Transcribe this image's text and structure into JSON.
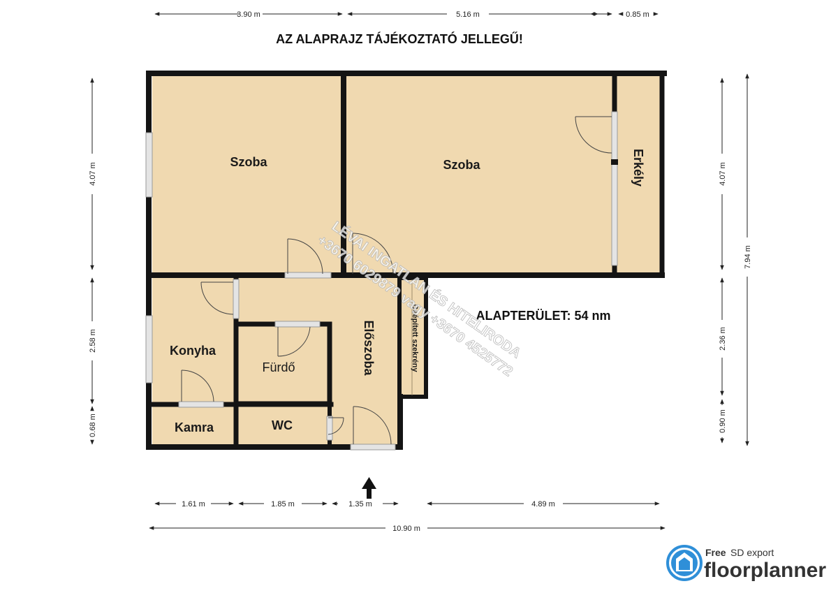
{
  "notice": "AZ ALAPRAJZ TÁJÉKOZTATÓ JELLEGŰ!",
  "area_label": "ALAPTERÜLET: 54 nm",
  "rooms": {
    "szoba_left": "Szoba",
    "szoba_right": "Szoba",
    "erkely": "Erkély",
    "konyha": "Konyha",
    "furdo": "Fürdő",
    "eloszoba": "Előszoba",
    "kamra": "Kamra",
    "wc": "WC",
    "szekreny": "Beépített szekrény"
  },
  "dimensions": {
    "top": [
      "3.90 m",
      "5.16 m",
      "0.85 m"
    ],
    "bottom": [
      "1.61 m",
      "1.85 m",
      "1.35 m",
      "4.89 m"
    ],
    "bottom_total": "10.90 m",
    "left": [
      "4.07 m",
      "2.58 m",
      "0.68 m"
    ],
    "right": [
      "4.07 m",
      "2.36 m",
      "0.90 m"
    ],
    "right_total": "7.94 m"
  },
  "watermark": {
    "line1": "LÉVAI INGATLAN ÉS HITELIRODA",
    "line2": "+3670 6029879 vagy +3670 4525772"
  },
  "branding": {
    "free": "Free",
    "export": "SD export",
    "name": "floorplanner"
  },
  "entrance_icon": "arrow-up-icon",
  "colors": {
    "room_fill": "#F0D9B0",
    "wall": "#141414",
    "window": "#DCDCDC",
    "brand_blue": "#2F8FD8"
  }
}
